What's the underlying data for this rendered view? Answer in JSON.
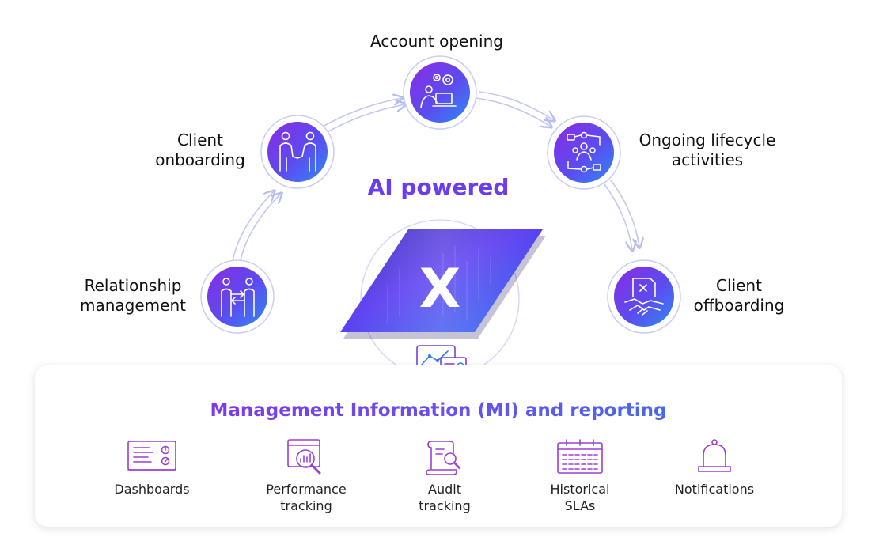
{
  "diagram": {
    "title": "AI powered",
    "stages": [
      {
        "label": "Relationship\nmanagement",
        "icon": "handshake-transfer-icon"
      },
      {
        "label": "Client\nonboarding",
        "icon": "handshake-people-icon"
      },
      {
        "label": "Account opening",
        "icon": "laptop-gears-icon"
      },
      {
        "label": "Ongoing lifecycle\nactivities",
        "icon": "team-cycle-icon"
      },
      {
        "label": "Client\noffboarding",
        "icon": "document-handshake-icon"
      }
    ],
    "center_logo": "X",
    "center_icon": "monitor-report-icon"
  },
  "mi": {
    "title": "Management Information (MI) and reporting",
    "items": [
      {
        "label": "Dashboards",
        "icon": "dashboard-icon"
      },
      {
        "label": "Performance\ntracking",
        "icon": "performance-chart-icon"
      },
      {
        "label": "Audit\ntracking",
        "icon": "audit-scroll-icon"
      },
      {
        "label": "Historical\nSLAs",
        "icon": "calendar-icon"
      },
      {
        "label": "Notifications",
        "icon": "bell-icon"
      }
    ]
  },
  "colors": {
    "accent_purple": "#6a3df0",
    "accent_blue": "#2f7bf5",
    "icon_purple": "#9b3fd6",
    "arrow": "#c4c8f0"
  }
}
